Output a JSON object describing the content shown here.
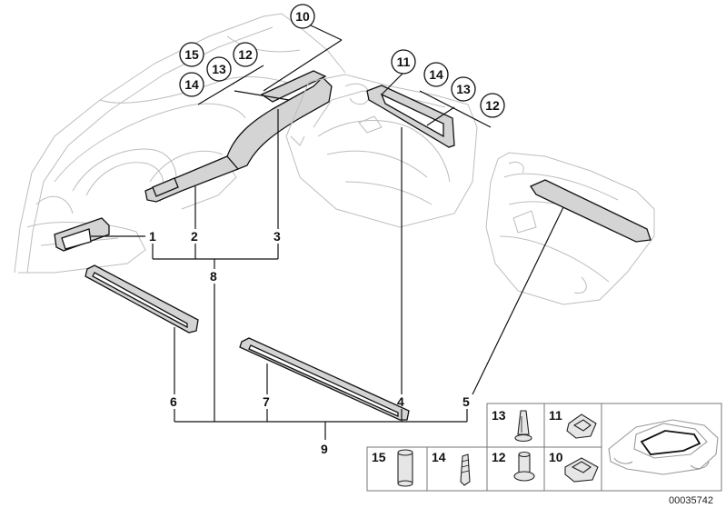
{
  "callouts": {
    "c1": "1",
    "c2": "2",
    "c3": "3",
    "c4": "4",
    "c5": "5",
    "c6": "6",
    "c7": "7",
    "c8": "8",
    "c9": "9",
    "c10_top": "10",
    "c11_top": "11",
    "c12_left": "12",
    "c13_left": "13",
    "c14_left": "14",
    "c15_left": "15",
    "c12_right": "12",
    "c13_right": "13",
    "c14_right": "14"
  },
  "legend": {
    "l13": "13",
    "l11": "11",
    "l12": "12",
    "l10": "10",
    "l15": "15",
    "l14": "14"
  },
  "reference_number": "00035742"
}
